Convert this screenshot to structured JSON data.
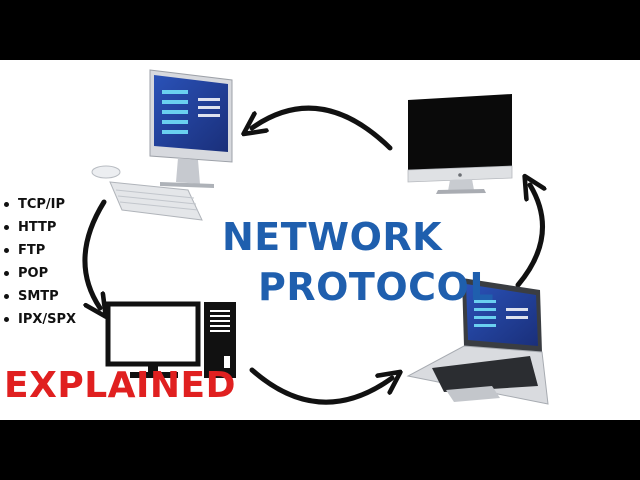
{
  "title": {
    "line1": "NETWORK",
    "line2": "PROTOCOL"
  },
  "caption": "EXPLAINED",
  "protocols": [
    "TCP/IP",
    "HTTP",
    "FTP",
    "POP",
    "SMTP",
    "IPX/SPX"
  ],
  "colors": {
    "title": "#1f5fae",
    "caption": "#e02020",
    "letterbox": "#000000",
    "screen_blue": "#1f3f9a"
  },
  "devices": [
    "desktop-computer-icon",
    "imac-monitor-icon",
    "laptop-icon",
    "pc-tower-icon"
  ]
}
